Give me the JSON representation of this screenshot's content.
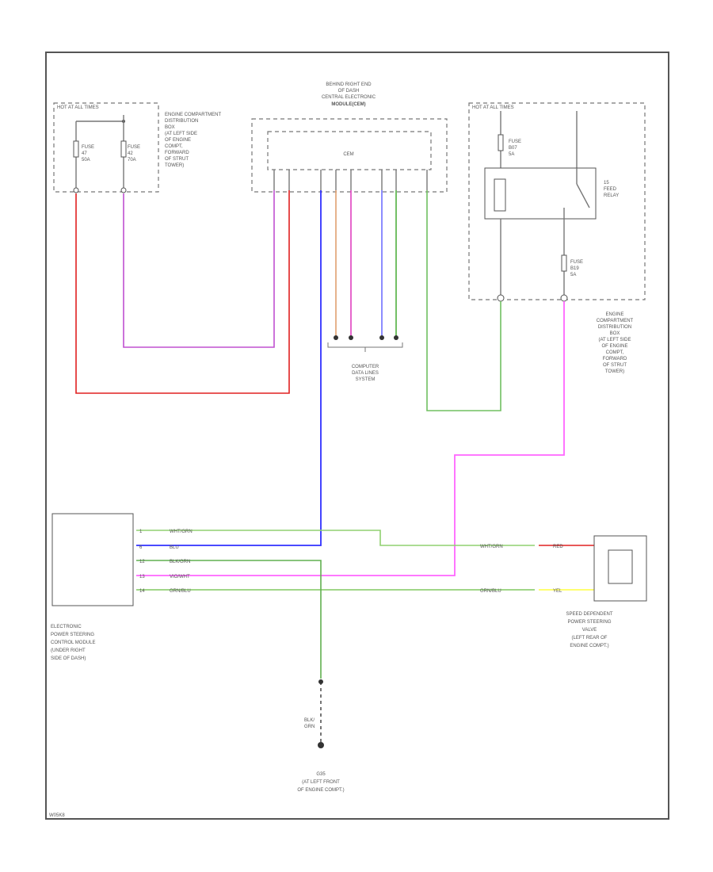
{
  "frame_code": "W05K8",
  "hot_left": "HOT AT ALL TIMES",
  "hot_right": "HOT AT ALL TIMES",
  "fuse_left_1": [
    "FUSE",
    "47",
    "50A"
  ],
  "fuse_left_2": [
    "FUSE",
    "42",
    "70A"
  ],
  "fuse_right_1": [
    "FUSE",
    "B07",
    "5A"
  ],
  "fuse_right_2": [
    "FUSE",
    "B19",
    "5A"
  ],
  "ecm_location_lines": [
    "ENGINE COMPARTMENT",
    "DISTRIBUTION",
    "BOX",
    "(AT LEFT SIDE",
    "OF ENGINE",
    "COMPT,",
    "FORWARD",
    "OF STRUT",
    "TOWER)"
  ],
  "cem_header_lines": [
    "BEHIND RIGHT END",
    "OF DASH",
    "CENTRAL ELECTRONIC",
    "MODULE(CEM)"
  ],
  "cem_inner": "CEM",
  "relay_lines": [
    "15",
    "FEED",
    "RELAY"
  ],
  "right_dist_lines": [
    "ENGINE",
    "COMPARTMENT",
    "DISTRIBUTION",
    "BOX",
    "(AT LEFT SIDE",
    "OF ENGINE",
    "COMPT,",
    "FORWARD",
    "OF STRUT",
    "TOWER)"
  ],
  "computer_data_lines": [
    "COMPUTER",
    "DATA LINES",
    "SYSTEM"
  ],
  "module_lines": [
    "ELECTRONIC",
    "POWER STEERING",
    "CONTROL MODULE",
    "(UNDER RIGHT",
    "SIDE OF DASH)"
  ],
  "valve_lines": [
    "SPEED DEPENDENT",
    "POWER STEERING",
    "VALVE",
    "(LEFT REAR OF",
    "ENGINE COMPT.)"
  ],
  "ground_lines": [
    "G35",
    "(AT LEFT FRONT",
    "OF ENGINE COMPT.)"
  ],
  "ground_wire": [
    "BLK/",
    "GRN"
  ],
  "module_pins": [
    "1",
    "6",
    "12",
    "13",
    "14"
  ],
  "module_wires": [
    "WHT/GRN",
    "BLU",
    "BLK/GRN",
    "VIO/WHT",
    "GRN/BLU"
  ],
  "valve_wires": {
    "left_top": "WHT/GRN",
    "right_top": "RED",
    "left_bottom": "GRN/BLU",
    "right_bottom": "YEL"
  },
  "colors": {
    "red": "#e02020",
    "pink": "#ff66ff",
    "magenta": "#e040c0",
    "violet": "#b070e0",
    "blue": "#3030ff",
    "lightblue": "#7070ff",
    "green": "#50b040",
    "lightgreen": "#90d070",
    "orange": "#e0a070",
    "yellow": "#ffff40",
    "gray": "#777777"
  }
}
